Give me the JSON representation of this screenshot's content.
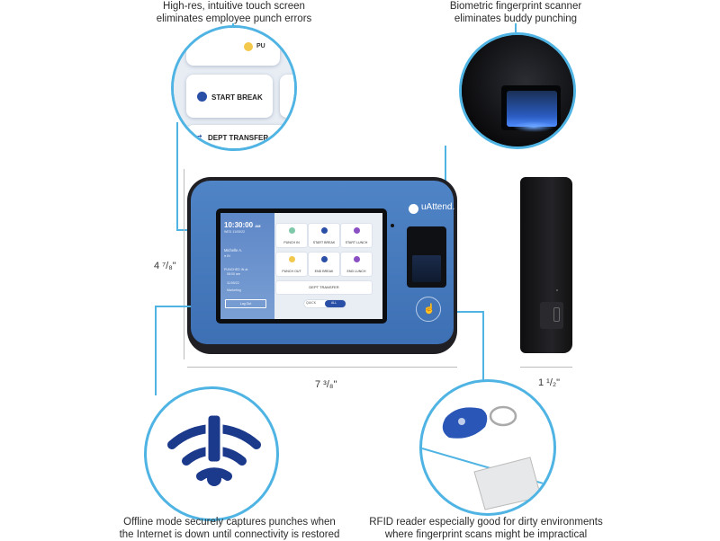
{
  "callouts": {
    "touchscreen": [
      "High-res, intuitive touch screen",
      "eliminates employee punch errors"
    ],
    "fingerprint": [
      "Biometric fingerprint scanner",
      "eliminates buddy punching"
    ],
    "offline": [
      "Offline mode securely captures punches when",
      "the Internet is down until connectivity is restored"
    ],
    "rfid": [
      "RFID reader especially good for dirty environments",
      "where fingerprint scans might be impractical"
    ]
  },
  "dimensions": {
    "height": "4 ⁷/₈\"",
    "width": "7 ³/₈\"",
    "depth": "1 ¹/₂\""
  },
  "zoom_screen": {
    "partial_label": "PU",
    "start_break": "START BREAK",
    "dept_transfer": "DEPT TRANSFER"
  },
  "device": {
    "brand": "uAttend.",
    "time": "10:30:00",
    "ampm": "AM",
    "date": "WED 11/05/22",
    "user": "Michelle A.",
    "status": "IN",
    "punched": "PUNCHED IN at",
    "punched_time": "08:00 am",
    "punch_date": "11/05/22",
    "department": "Marketing",
    "logout": "Log Out",
    "tiles": [
      "PUNCH IN",
      "START BREAK",
      "START LUNCH",
      "PUNCH OUT",
      "END BREAK",
      "END LUNCH"
    ],
    "dept_transfer": "DEPT TRANSFER",
    "toggle": [
      "QUICK",
      "ALL"
    ]
  },
  "colors": {
    "accent": "#4fb4e3",
    "device_blue": "#4a7fc3",
    "wifi_blue": "#1c3a8c"
  },
  "icons": [
    "wifi-alert-icon",
    "rfid-touch-icon",
    "fingerprint-scanner-icon",
    "rfid-keyfob-icon",
    "rfid-card-icon"
  ]
}
